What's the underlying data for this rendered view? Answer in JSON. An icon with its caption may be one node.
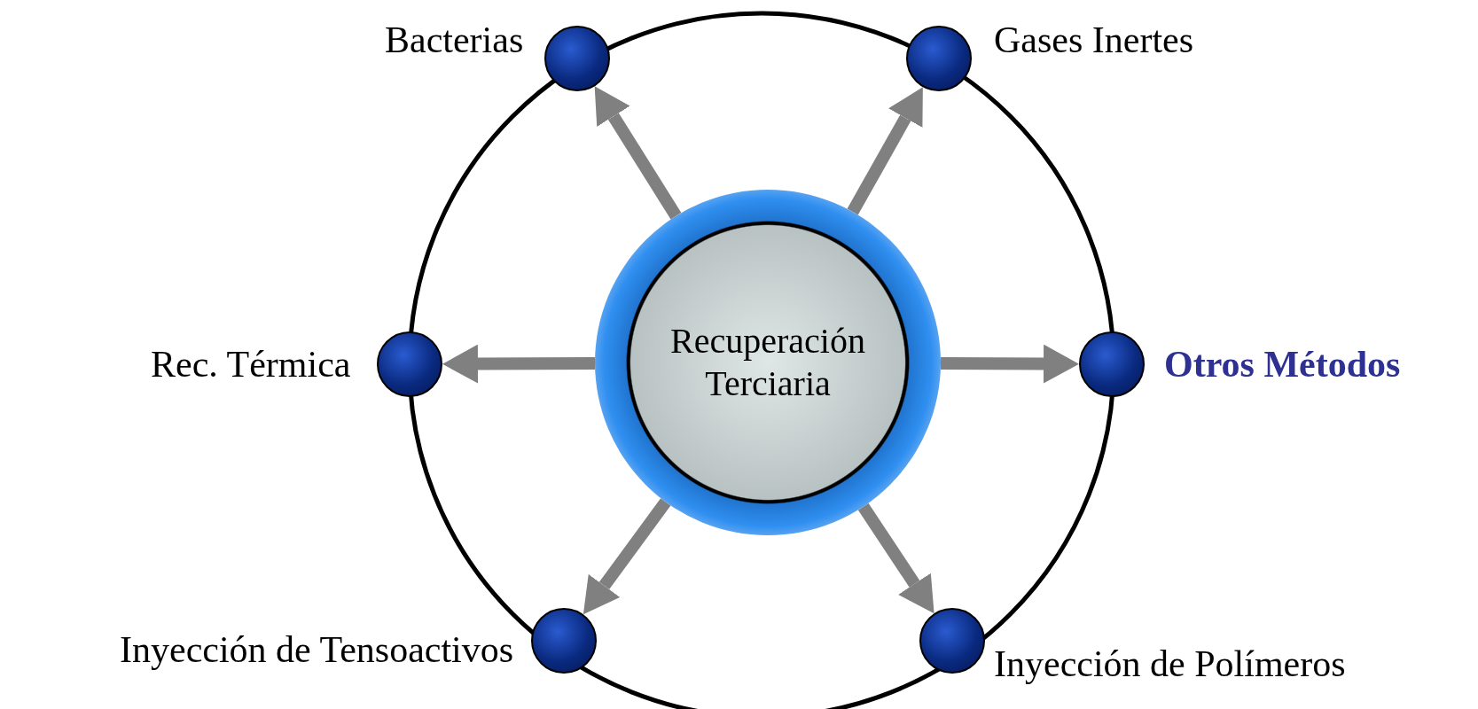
{
  "diagram": {
    "nodes": [
      {
        "text": [
          "Recuperación Terciaria"
        ]
      },
      {
        "text": [],
        "shape": "circle",
        "beside": [
          "Bacterias"
        ]
      },
      {
        "text": [],
        "shape": "circle",
        "beside": [
          "Gases Inertes"
        ]
      },
      {
        "text": [],
        "shape": "circle",
        "beside": [
          "Rec. Térmica"
        ]
      },
      {
        "text": [],
        "shape": "circle",
        "beside": [
          "Otros Métodos"
        ]
      },
      {
        "text": [],
        "shape": "circle",
        "beside": [
          "Inyección de Tensoactivos"
        ]
      },
      {
        "text": [],
        "shape": "circle",
        "beside": [
          "Inyección de Polímeros"
        ]
      }
    ],
    "edges": [
      {
        "from": 0,
        "to": 1,
        "arrow": "to"
      },
      {
        "from": 0,
        "to": 2,
        "arrow": "to"
      },
      {
        "from": 0,
        "to": 3,
        "arrow": "to"
      },
      {
        "from": 0,
        "to": 4,
        "arrow": "to"
      },
      {
        "from": 0,
        "to": 5,
        "arrow": "to"
      },
      {
        "from": 0,
        "to": 6,
        "arrow": "to"
      }
    ]
  }
}
